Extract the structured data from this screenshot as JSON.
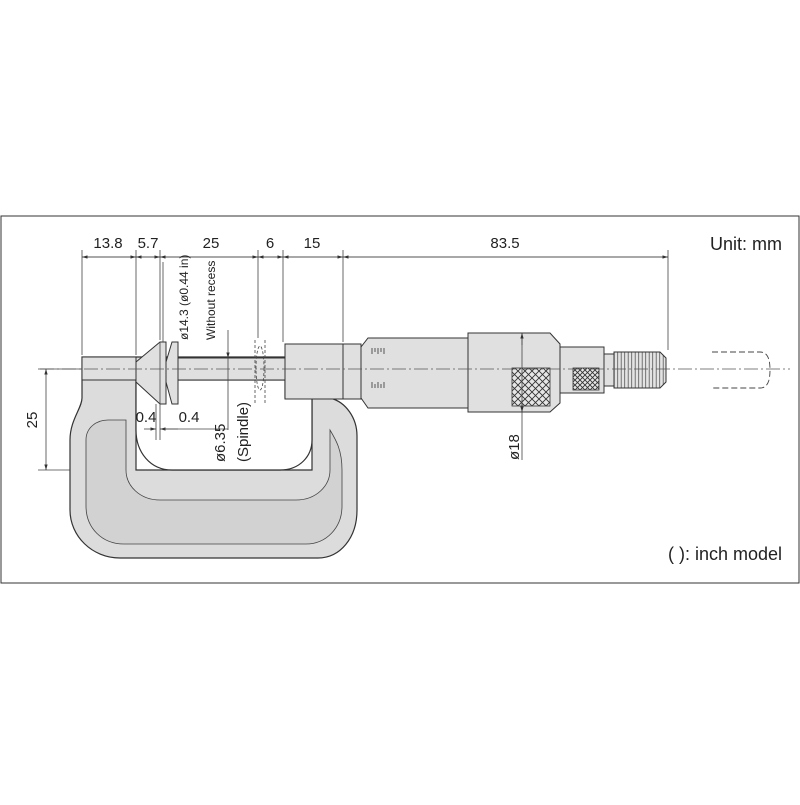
{
  "unit_label": "Unit: mm",
  "inch_note": "( ): inch model",
  "dimensions": {
    "d1": "13.8",
    "d2": "5.7",
    "d3": "25",
    "d4": "6",
    "d5": "15",
    "d6": "83.5",
    "depth": "25",
    "left_04": "0.4",
    "right_04": "0.4"
  },
  "labels": {
    "flange_dia": "ø14.3 (ø0.44 in)",
    "recess": "Without recess",
    "spindle_dia": "ø6.35",
    "spindle": "(Spindle)",
    "thimble_dia": "ø18"
  }
}
